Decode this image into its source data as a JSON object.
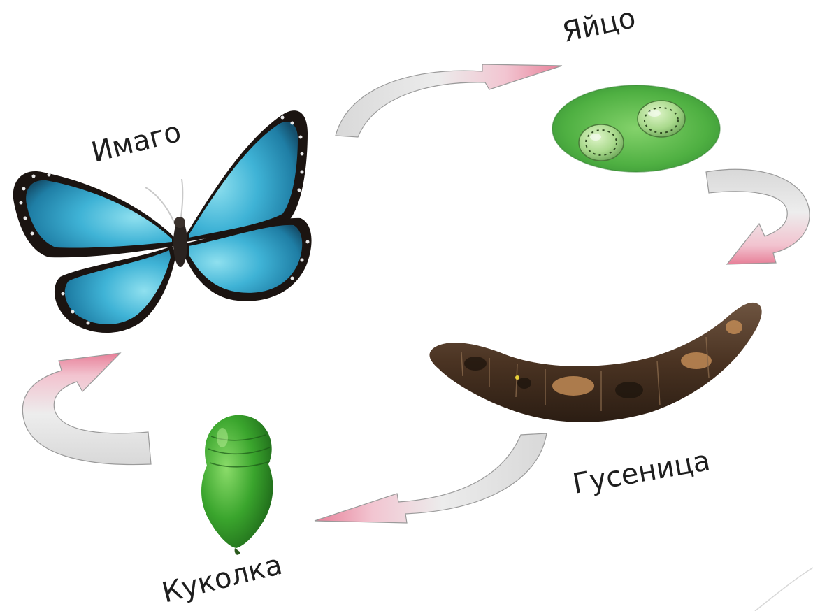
{
  "diagram": {
    "type": "life-cycle",
    "stages": [
      {
        "id": "imago",
        "label": "Имаго"
      },
      {
        "id": "egg",
        "label": "Яйцо"
      },
      {
        "id": "caterpillar",
        "label": "Гусеница"
      },
      {
        "id": "pupa",
        "label": "Куколка"
      }
    ],
    "cycle_order": [
      "imago",
      "egg",
      "caterpillar",
      "pupa",
      "imago"
    ]
  },
  "colors": {
    "background": "#ffffff",
    "arrow_grey": "#d9d9d9",
    "arrow_pink": "#e8879e",
    "butterfly_blue": "#3fb3d6",
    "egg_green": "#57b84a",
    "pupa_green": "#3a9a2e",
    "caterpillar_brown": "#5a4030",
    "label_text": "#1e1e1e"
  },
  "icons": [
    "butterfly-icon",
    "egg-cluster-icon",
    "caterpillar-icon",
    "pupa-icon",
    "cycle-arrow-icon"
  ]
}
